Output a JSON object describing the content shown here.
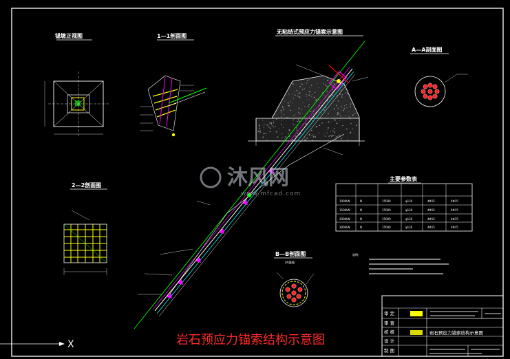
{
  "views": {
    "front_view_title": "锚墩正视图",
    "section_11_title": "1—1剖面图",
    "main_title": "无粘结式预应力锚索示意图",
    "section_aa_title": "A—A剖面图",
    "section_22_title": "2—2剖面图",
    "section_bb_title": "B—B剖面图",
    "section_bb_sub": "(内锚段)",
    "table_title": "主要参数表"
  },
  "caption": "岩石预应力锚索结构示意图",
  "watermark": {
    "text": "沐风网",
    "url": "www.mfcad.com"
  },
  "axis_label": "X",
  "params_table": {
    "headers": [
      "",
      "",
      "",
      "",
      "",
      ""
    ],
    "rows": [
      [
        "1000kN",
        "Ⅲ",
        "15000",
        "φ130",
        "4Φ15",
        "4Φ15"
      ],
      [
        "1500kN",
        "Ⅲ",
        "15000",
        "φ130",
        "4Φ15",
        "4Φ15"
      ],
      [
        "2000kN",
        "Ⅲ",
        "15000",
        "φ130",
        "4Φ15",
        "4Φ15"
      ],
      [
        "3000kN",
        "Ⅲ",
        "15000",
        "φ130",
        "4Φ15",
        "4Φ15"
      ]
    ]
  },
  "notes_label": "说明:",
  "title_block": {
    "drawing_title": "岩石预应力锚索结构示意图",
    "left_labels": [
      "审 定",
      "审 查",
      "校 核",
      "设 计",
      "制 图"
    ]
  },
  "colors": {
    "background": "#000000",
    "line": "#ffffff",
    "accent_green": "#00ff00",
    "accent_magenta": "#ff00ff",
    "accent_yellow": "#ffff00",
    "accent_red": "#ff0000",
    "caption": "#ff2a2a"
  }
}
